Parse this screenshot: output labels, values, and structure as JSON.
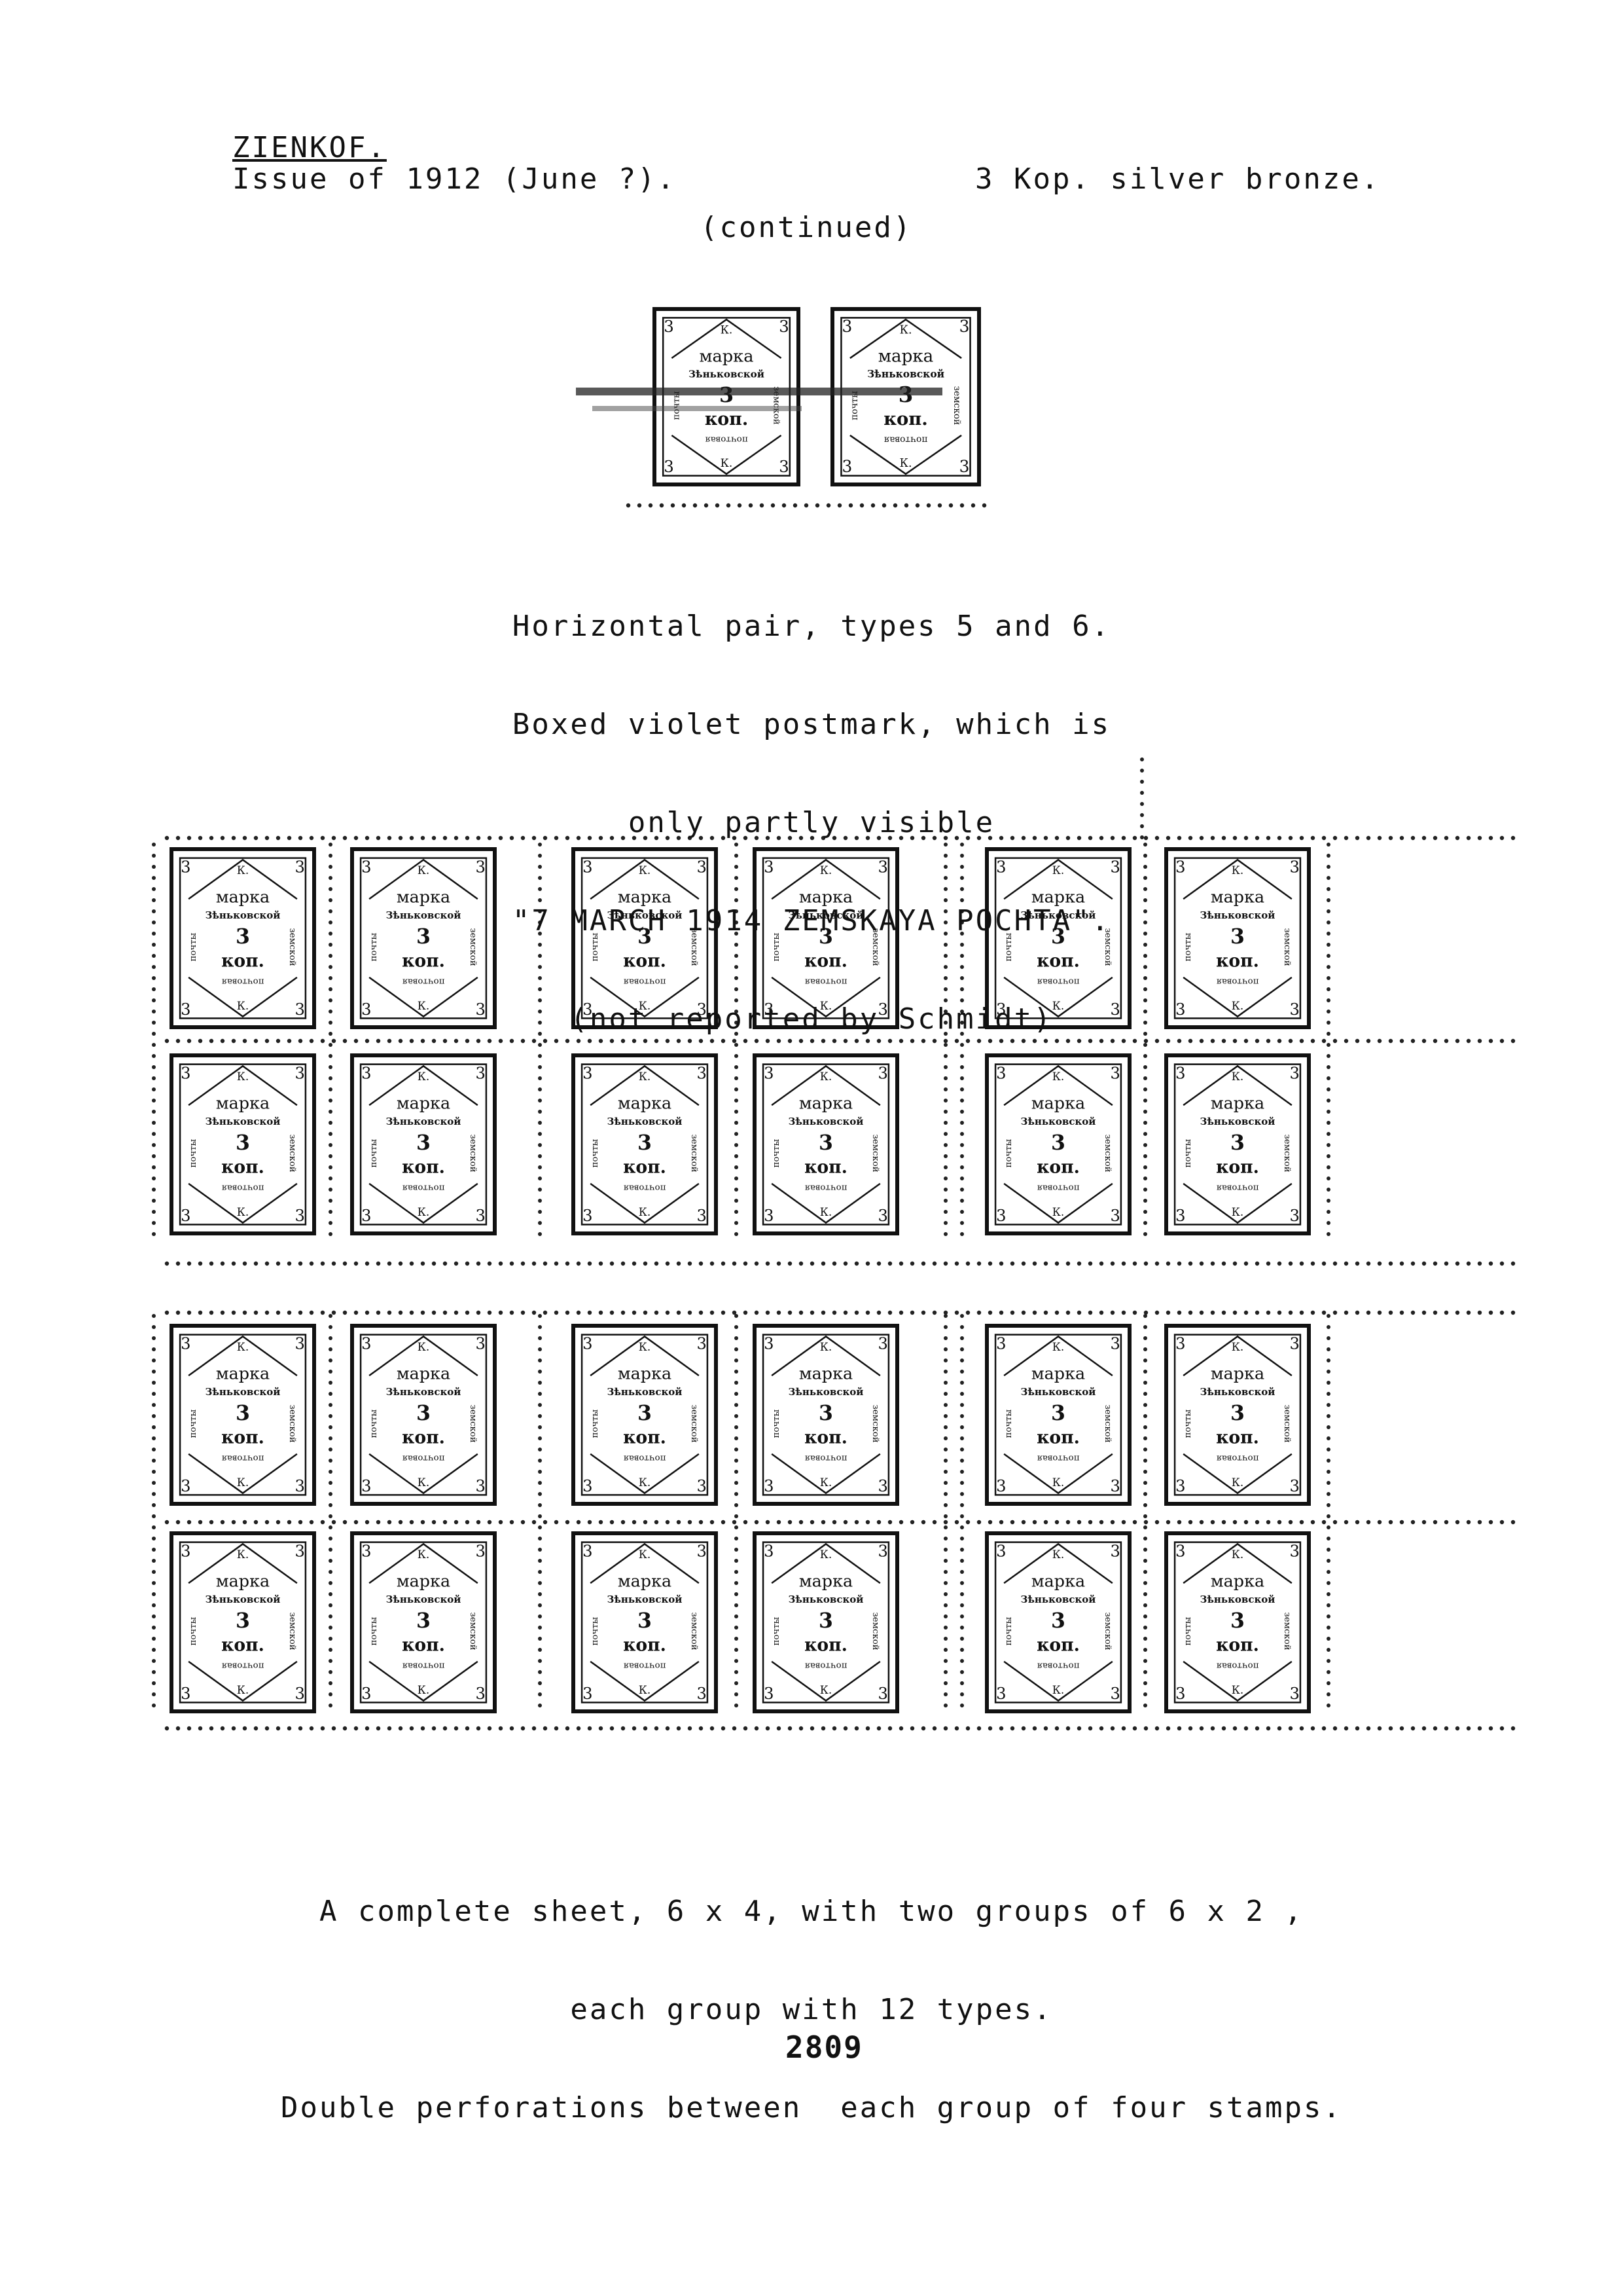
{
  "header": {
    "place": "ZIENKOF.",
    "issue": "Issue of 1912 (June ?).",
    "value": "3 Kop. silver bronze.",
    "continued": "(continued)"
  },
  "pair_caption": [
    "Horizontal pair, types 5 and 6.",
    "Boxed violet postmark, which is",
    "only partly visible",
    "\"7 MARCH 1914 ZEMSKAYA POCHTA\".",
    "(not reported by Schmidt)"
  ],
  "sheet_caption": [
    "A complete sheet, 6 x 4, with two groups of 6 x 2 ,",
    "each group with 12 types.",
    "Double perforations between  each group of four stamps."
  ],
  "page_number": "2809",
  "stamp": {
    "word_top": "марка",
    "word_town": "Зѣньковской",
    "value": "3",
    "word_kop": "коп.",
    "corner_value": "3",
    "corner_k": "К.",
    "side_left": "почты",
    "side_right": "земской",
    "bottom_word": "почтовая"
  },
  "sheet": {
    "rows": 4,
    "cols": 6,
    "groups": "two groups of 6 x 2"
  }
}
